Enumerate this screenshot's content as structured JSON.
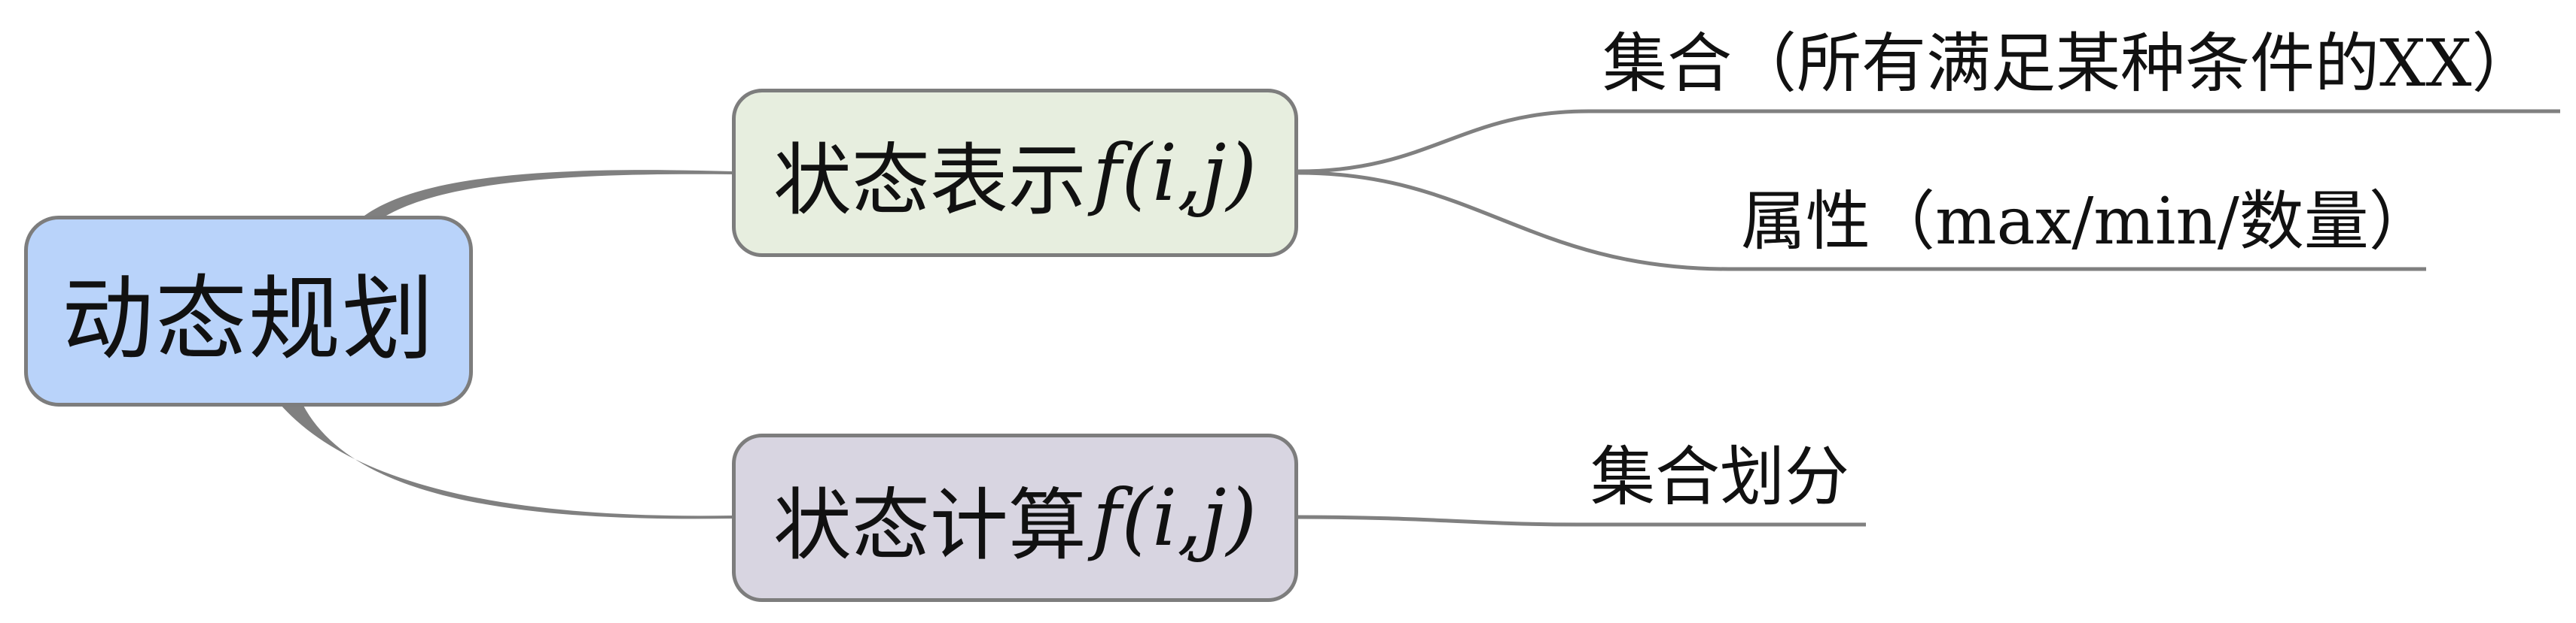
{
  "colors": {
    "root_fill": "#b9d3fa",
    "state_repr_fill": "#e7eedf",
    "state_calc_fill": "#d8d5e1",
    "connector": "#808080",
    "border": "#7d7d7d"
  },
  "root": {
    "label": "动态规划"
  },
  "branches": [
    {
      "label": "状态表示",
      "math": "f(i,j)",
      "children": [
        {
          "label": "集合（所有满足某种条件的XX）"
        },
        {
          "label": "属性（max/min/数量）"
        }
      ]
    },
    {
      "label": "状态计算",
      "math": "f(i,j)",
      "children": [
        {
          "label": "集合划分"
        }
      ]
    }
  ]
}
